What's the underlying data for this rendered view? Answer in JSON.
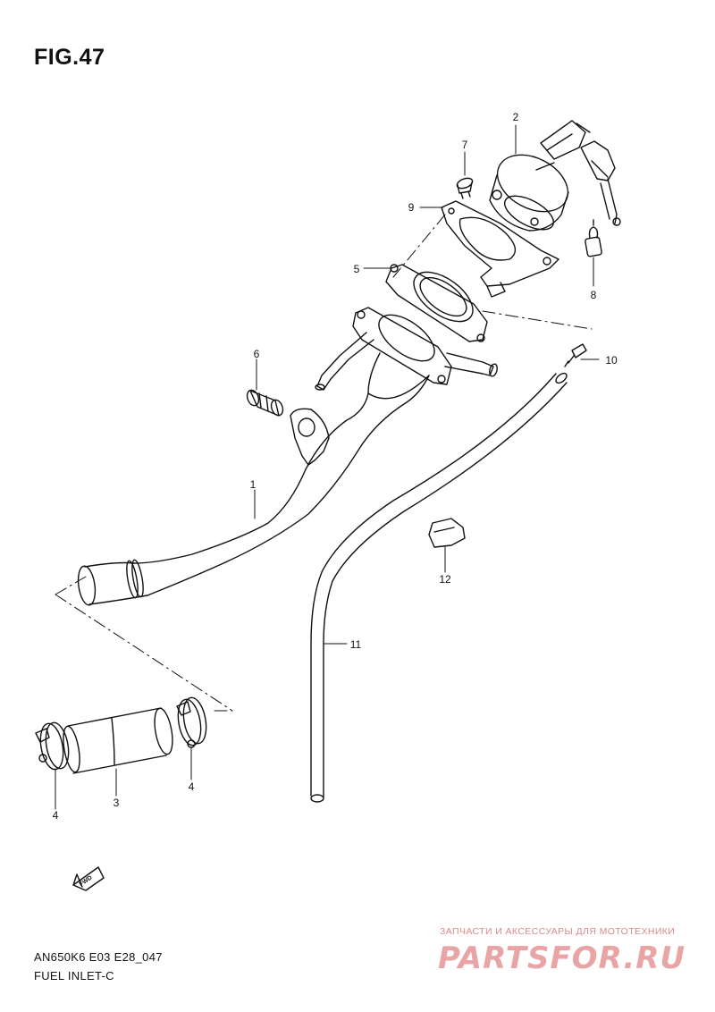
{
  "figure": {
    "title": "FIG.47",
    "model_code": "AN650K6 E03 E28_047",
    "part_group": "FUEL INLET-C"
  },
  "callouts": [
    {
      "id": "1",
      "text": "1"
    },
    {
      "id": "2",
      "text": "2"
    },
    {
      "id": "3",
      "text": "3"
    },
    {
      "id": "4a",
      "text": "4"
    },
    {
      "id": "4b",
      "text": "4"
    },
    {
      "id": "5",
      "text": "5"
    },
    {
      "id": "6",
      "text": "6"
    },
    {
      "id": "7",
      "text": "7"
    },
    {
      "id": "8",
      "text": "8"
    },
    {
      "id": "9",
      "text": "9"
    },
    {
      "id": "10",
      "text": "10"
    },
    {
      "id": "11",
      "text": "11"
    },
    {
      "id": "12",
      "text": "12"
    }
  ],
  "fwd_label": "FWD",
  "watermark": {
    "subtitle": "ЗАПЧАСТИ И АКСЕССУАРЫ ДЛЯ МОТОТЕХНИКИ",
    "logo": "PARTSFOR.RU"
  }
}
